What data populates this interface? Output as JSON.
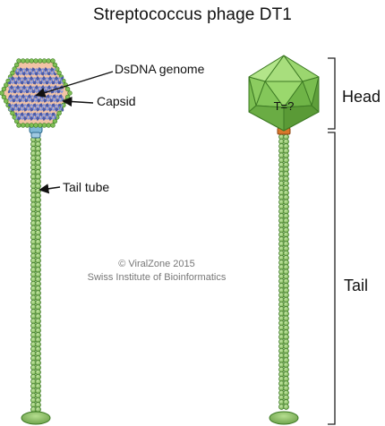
{
  "title": "Streptococcus phage DT1",
  "labels": {
    "genome": "DsDNA genome",
    "capsid": "Capsid",
    "tail_tube": "Tail tube",
    "head": "Head",
    "tail": "Tail",
    "triangulation": "T=?"
  },
  "credit": {
    "line1": "© ViralZone 2015",
    "line2": "Swiss Institute of Bioinformatics"
  },
  "colors": {
    "capsid_fill": "#f2c4a6",
    "capsid_border": "#4c9a2a",
    "dna": "#5b6bb8",
    "tail_bead": "#8cc26a",
    "tail_bead_edge": "#3d7a24",
    "head_light": "#9bd66f",
    "head_dark": "#5c9e3a",
    "collar": "#d9772b",
    "connector": "#7fb8d8"
  }
}
